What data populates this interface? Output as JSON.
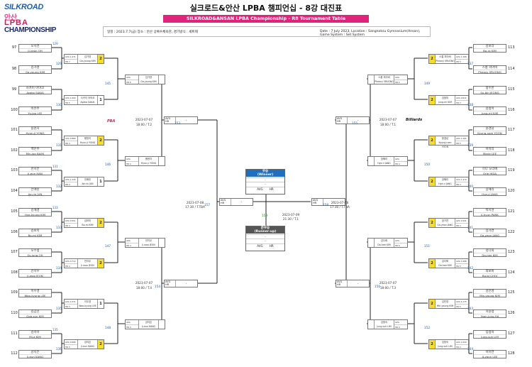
{
  "logo": {
    "silkroad": "SILKROAD",
    "ansan": "안산",
    "lpba": "LPBA",
    "championship": "CHAMPIONSHIP"
  },
  "header": {
    "title": "실크로드&안산 LPBA 챔피언십 - 8강 대진표",
    "banner": "SILKROAD&ANSAN LPBA Championship - R8 Tournament Table",
    "info_kr": "일정 : 2023.7.7(금) 장소 : 안산 상록수체육관, 경기방식 : 세트제",
    "info_en": "Date : 7 July 2023, Location : Sangnoksu Gymnasium(Ansan), Game System : Set System"
  },
  "colors": {
    "accent": "#e0237b",
    "winner": "#f7dc2f",
    "lines": "#222222",
    "navy": "#1c2a6b"
  },
  "left": {
    "players": [
      {
        "seed": "97",
        "kr": "오지연",
        "en": "Ji-yeon OH",
        "pts": "129"
      },
      {
        "seed": "98",
        "kr": "김가영",
        "en": "Ga-young KIM",
        "pts": ""
      },
      {
        "seed": "99",
        "kr": "사카이 아야코",
        "en": "Ayako SAKAI",
        "pts": ""
      },
      {
        "seed": "100",
        "kr": "이유주",
        "en": "Yu-joo LEE",
        "pts": ""
      },
      {
        "seed": "101",
        "kr": "용현지",
        "en": "Hyun-ji YONG",
        "pts": ""
      },
      {
        "seed": "102",
        "kr": "백민주",
        "en": "Min-joo BAEK",
        "pts": ""
      },
      {
        "seed": "103",
        "kr": "한지은",
        "en": "Ji-eun HAN",
        "pts": "131"
      },
      {
        "seed": "104",
        "kr": "전애린",
        "en": "Ae-rin JUN",
        "pts": ""
      },
      {
        "seed": "105",
        "kr": "김혜경",
        "en": "Hye-kyung KIM",
        "pts": "133"
      },
      {
        "seed": "106",
        "kr": "김보미",
        "en": "Bo-mi KIM",
        "pts": ""
      },
      {
        "seed": "107",
        "kr": "오수정",
        "en": "Su-jung OH",
        "pts": ""
      },
      {
        "seed": "108",
        "kr": "전지우",
        "en": "Ji-woo JEON",
        "pts": ""
      },
      {
        "seed": "109",
        "kr": "이우경",
        "en": "Woo-kyung LEE",
        "pts": ""
      },
      {
        "seed": "110",
        "kr": "김갑선",
        "en": "Gab-sun KIM",
        "pts": ""
      },
      {
        "seed": "111",
        "kr": "김미아",
        "en": "Mi-a KIM",
        "pts": "135"
      },
      {
        "seed": "112",
        "kr": "강지은",
        "en": "Ji-eun KANG",
        "pts": ""
      }
    ],
    "r64": [
      {
        "kr": "김가영",
        "en": "Ga-young KIM",
        "avg": "AVG 1.471",
        "hr": "HR 7",
        "score": "2",
        "win": true
      },
      {
        "kr": "사카이 아야코",
        "en": "Ayako SAKAI",
        "avg": "AVG 1.000",
        "hr": "HR 5",
        "score": "1",
        "win": false
      },
      {
        "kr": "용현지",
        "en": "Hyun-ji YONG",
        "avg": "AVG 0.880",
        "hr": "HR 4",
        "score": "2",
        "win": true
      },
      {
        "kr": "전애린",
        "en": "Ae-rin JUN",
        "avg": "AVG 1.235",
        "hr": "HR 4",
        "score": "1",
        "win": false
      },
      {
        "kr": "김보미",
        "en": "Bo-mi KIM",
        "avg": "AVG 0.951",
        "hr": "HR 4",
        "score": "2",
        "win": true
      },
      {
        "kr": "전지우",
        "en": "Ji-woo JEON",
        "avg": "AVG 0.712",
        "hr": "HR 4",
        "score": "2",
        "win": true
      },
      {
        "kr": "이우경",
        "en": "Woo-kyung LEE",
        "avg": "AVG 1.071",
        "hr": "HR 5",
        "score": "1",
        "win": false
      },
      {
        "kr": "강지은",
        "en": "Ji-eun KANG",
        "avg": "AVG 0.906",
        "hr": "HR 4",
        "score": "2",
        "win": true
      }
    ],
    "r8": [
      {
        "kr": "김가영",
        "en": "Ga-young KIM",
        "avg": "AVG",
        "hr": "HR 6"
      },
      {
        "kr": "용현지",
        "en": "Hyun-ji YONG",
        "avg": "AVG",
        "hr": "HR 4"
      },
      {
        "kr": "전지우",
        "en": "Ji-woo JEON",
        "avg": "AVG",
        "hr": "HR 4"
      },
      {
        "kr": "강지은",
        "en": "Ji-eun KANG",
        "avg": "AVG",
        "hr": "HR 4"
      }
    ],
    "matchnums": [
      "129",
      "130",
      "131",
      "132",
      "133",
      "134",
      "135",
      "136",
      "145",
      "146",
      "147",
      "148",
      "153",
      "154",
      "157"
    ],
    "notes": [
      "2023-07-07",
      "18:00 / T.2",
      "2023-07-07",
      "18:00 / T.4",
      "2023-07-08",
      "17:30 / T.TBA"
    ],
    "qf": [
      {
        "a": "AVG",
        "b": "HR",
        "v": "-"
      },
      {
        "a": "AVG",
        "b": "HR",
        "v": "-"
      }
    ],
    "sf": {
      "a": "AVG",
      "b": "HR",
      "v": "-"
    }
  },
  "right": {
    "players": [
      {
        "seed": "113",
        "kr": "김보라",
        "en": "Bo-ra KIM",
        "pts": ""
      },
      {
        "seed": "114",
        "kr": "스롱 피아비",
        "en": "Pheavy SRUONG",
        "pts": ""
      },
      {
        "seed": "115",
        "kr": "정수빈",
        "en": "Su-bin JEONG",
        "pts": ""
      },
      {
        "seed": "116",
        "kr": "김정미",
        "en": "Jung-mi KIM",
        "pts": ""
      },
      {
        "seed": "117",
        "kr": "윤경남",
        "en": "Kyung-nam YOON",
        "pts": ""
      },
      {
        "seed": "118",
        "kr": "이마리",
        "en": "Marie LEE",
        "pts": ""
      },
      {
        "seed": "119",
        "kr": "히다 오리에",
        "en": "Orie HIDA",
        "pts": ""
      },
      {
        "seed": "120",
        "kr": "장혜리",
        "en": "Hye-ri JANG",
        "pts": ""
      },
      {
        "seed": "121",
        "kr": "박지현",
        "en": "Ji-hyun PARK",
        "pts": ""
      },
      {
        "seed": "122",
        "kr": "장가연",
        "en": "Ga-yeon JANG",
        "pts": ""
      },
      {
        "seed": "123",
        "kr": "김다희",
        "en": "Da-hee KIM",
        "pts": ""
      },
      {
        "seed": "124",
        "kr": "최보비",
        "en": "Bo-bi CHOI",
        "pts": ""
      },
      {
        "seed": "125",
        "kr": "김민영",
        "en": "Min-young KIM",
        "pts": ""
      },
      {
        "seed": "126",
        "kr": "하윤정",
        "en": "Yoon-jung HA",
        "pts": ""
      },
      {
        "seed": "127",
        "kr": "임정숙",
        "en": "Jung-suk LIM",
        "pts": ""
      },
      {
        "seed": "128",
        "kr": "이아연",
        "en": "A-youn LEE",
        "pts": ""
      }
    ],
    "r64": [
      {
        "kr": "스롱 피아비",
        "en": "Pheavy SRUONG",
        "avg": "AVG 1.166",
        "hr": "HR 5",
        "score": "2",
        "win": true
      },
      {
        "kr": "김정미",
        "en": "Jung-mi KIM",
        "avg": "AVG 0.611",
        "hr": "HR 3",
        "score": "2",
        "win": true
      },
      {
        "kr": "윤경남",
        "en": "Kyung-nam YOON",
        "avg": "AVG 1.201",
        "hr": "HR 5",
        "score": "2",
        "win": true
      },
      {
        "kr": "장혜리",
        "en": "Hye-ri JANG",
        "avg": "AVG 1.474",
        "hr": "HR 4",
        "score": "2",
        "win": true
      },
      {
        "kr": "장가연",
        "en": "Ga-yeon JANG",
        "avg": "AVG 0.941",
        "hr": "HR 4",
        "score": "2",
        "win": true
      },
      {
        "kr": "김다희",
        "en": "Da-hee KIM",
        "avg": "AVG 1.088",
        "hr": "HR 5",
        "score": "2",
        "win": true
      },
      {
        "kr": "김민영",
        "en": "Min-young KIM",
        "avg": "AVG 1.175",
        "hr": "HR 5",
        "score": "2",
        "win": true
      },
      {
        "kr": "임정숙",
        "en": "Jung-suk LIM",
        "avg": "AVG 1.004",
        "hr": "HR 4",
        "score": "2",
        "win": true
      }
    ],
    "r8": [
      {
        "kr": "스롱 피아비",
        "en": "Pheavy SRUONG",
        "avg": "AVG",
        "hr": "HR 5"
      },
      {
        "kr": "장혜리",
        "en": "Hye-ri JANG",
        "avg": "AVG",
        "hr": "HR 4"
      },
      {
        "kr": "김다희",
        "en": "Da-hee KIM",
        "avg": "AVG",
        "hr": "HR 5"
      },
      {
        "kr": "임정숙",
        "en": "Jung-suk LIM",
        "avg": "AVG",
        "hr": "HR 4"
      }
    ],
    "matchnums": [
      "137",
      "138",
      "139",
      "140",
      "141",
      "142",
      "143",
      "144",
      "149",
      "150",
      "151",
      "152",
      "155",
      "156",
      "158"
    ],
    "notes": [
      "2023-07-07",
      "18:00 / T.1",
      "2023-07-07",
      "18:00 / T.3",
      "2023-07-08",
      "17:30 / T.TBA"
    ],
    "qf": [
      {
        "a": "AVG",
        "b": "HR",
        "v": "-"
      },
      {
        "a": "AVG",
        "b": "HR",
        "v": "-"
      }
    ],
    "sf": {
      "a": "AVG",
      "b": "HR",
      "v": "-"
    }
  },
  "final": {
    "number": "159",
    "date": "2023-07-09",
    "time": "21:30 / T.1",
    "winner_kr": "우승",
    "winner_en": "(Winner)",
    "runner_kr": "준우승",
    "runner_en": "(Runner-up)",
    "dash": "-",
    "avg": "AVG",
    "hr": "HR"
  },
  "sponsors": {
    "pba": "PBA",
    "billiards": "Billiards"
  }
}
